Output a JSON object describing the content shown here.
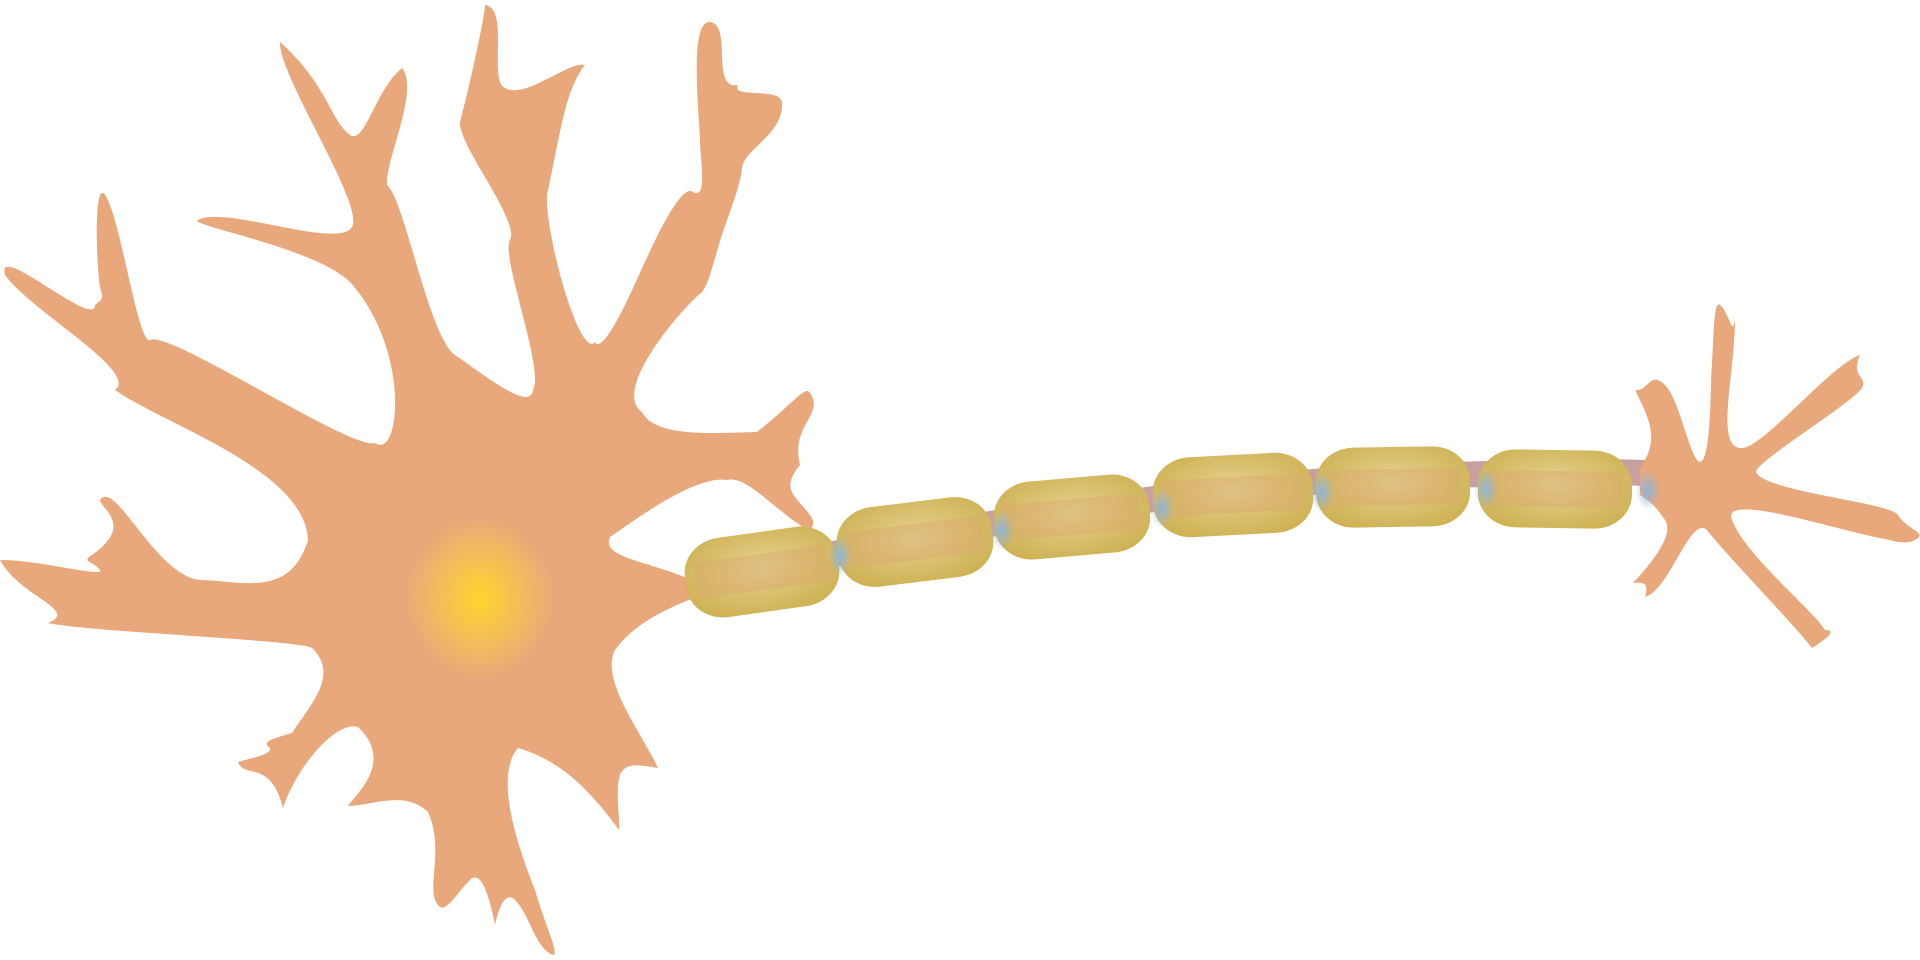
{
  "diagram": {
    "subject": "neuron",
    "labels": [],
    "colors": {
      "background": "#ffffff",
      "cell_body": "#e8a87c",
      "nucleus_center": "#ffd52e",
      "nucleus_edge": "#e8a87c",
      "axon_core": "#c9a0a0",
      "myelin_sheath": "#d2b45a",
      "myelin_highlight": "#e6d79b",
      "node_of_ranvier": "#8fb4d9"
    },
    "parts": {
      "dendrites": {
        "icon": "dendrite-branches"
      },
      "soma": {
        "icon": "cell-body"
      },
      "nucleus": {
        "icon": "nucleus"
      },
      "axon": {
        "icon": "axon"
      },
      "myelin_sheath_segments": 6,
      "nodes_of_ranvier": 6,
      "axon_terminal": {
        "icon": "axon-terminal"
      }
    }
  }
}
